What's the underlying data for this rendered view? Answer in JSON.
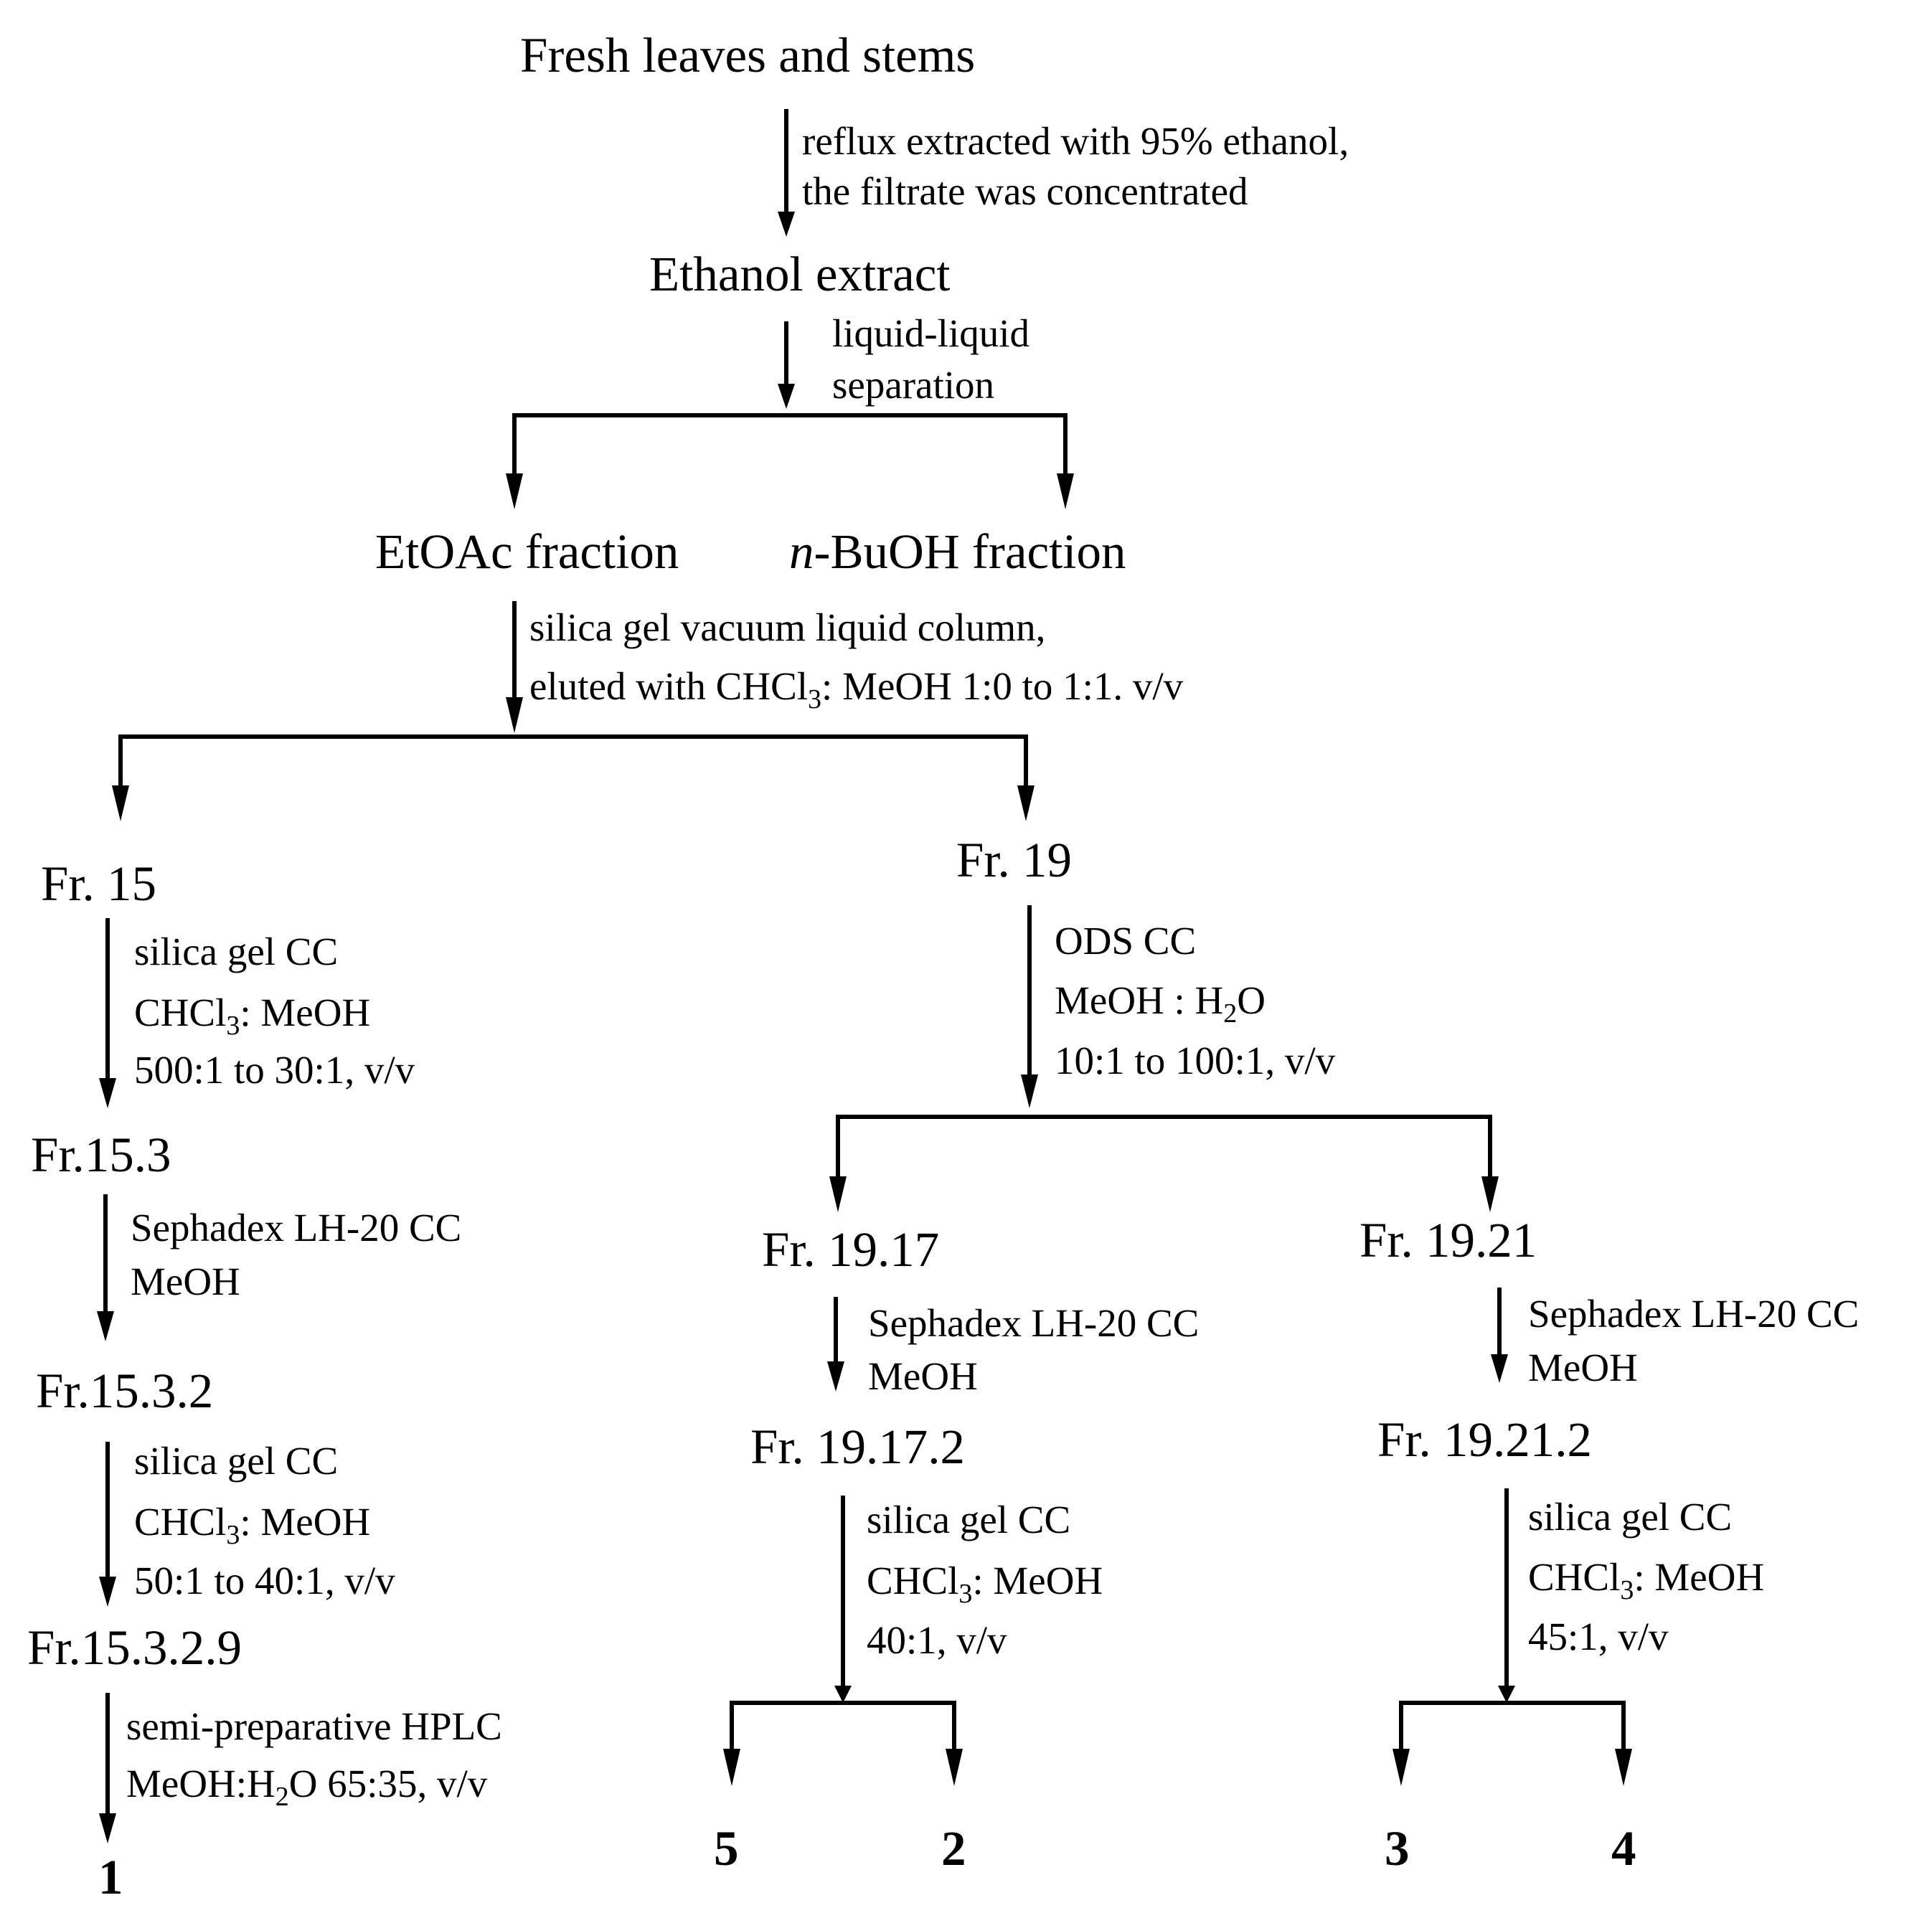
{
  "nodes": {
    "fresh": "Fresh leaves and stems",
    "ethanol_extract": "Ethanol extract",
    "etoac": "EtOAc fraction",
    "buoh_italic": "n",
    "buoh_rest": "-BuOH fraction",
    "fr15": "Fr. 15",
    "fr19": "Fr. 19",
    "fr15_3": "Fr.15.3",
    "fr15_3_2": "Fr.15.3.2",
    "fr15_3_2_9": "Fr.15.3.2.9",
    "fr19_17": "Fr. 19.17",
    "fr19_21": "Fr. 19.21",
    "fr19_17_2": "Fr. 19.17.2",
    "fr19_21_2": "Fr. 19.21.2"
  },
  "steps": {
    "reflux_1": "reflux extracted with 95% ethanol,",
    "reflux_2": "the filtrate was concentrated",
    "lle_1": "liquid-liquid",
    "lle_2": "separation",
    "vlc_1": "silica gel vacuum liquid column,",
    "vlc_2a": "eluted with CHCl",
    "vlc_2sub": "3",
    "vlc_2b": ": MeOH 1:0 to 1:1. v/v",
    "f15_a": "silica gel CC",
    "f15_b1": "CHCl",
    "f15_bsub": "3",
    "f15_b2": ": MeOH",
    "f15_c": "500:1 to 30:1, v/v",
    "f153_a": "Sephadex LH-20 CC",
    "f153_b": "MeOH",
    "f1532_a": "silica gel CC",
    "f1532_b1": "CHCl",
    "f1532_bsub": "3",
    "f1532_b2": ": MeOH",
    "f1532_c": "50:1 to 40:1, v/v",
    "hplc_a": "semi-preparative HPLC",
    "hplc_b1": "MeOH:H",
    "hplc_bsub": "2",
    "hplc_b2": "O 65:35, v/v",
    "ods_a": "ODS CC",
    "ods_b1": "MeOH : H",
    "ods_bsub": "2",
    "ods_b2": "O",
    "ods_c": "10:1 to 100:1, v/v",
    "f1917_a": "Sephadex LH-20 CC",
    "f1917_b": "MeOH",
    "f1921_a": "Sephadex LH-20 CC",
    "f1921_b": "MeOH",
    "f19172_a": "silica gel CC",
    "f19172_b1": "CHCl",
    "f19172_bsub": "3",
    "f19172_b2": ": MeOH",
    "f19172_c": "40:1, v/v",
    "f19212_a": "silica gel CC",
    "f19212_b1": "CHCl",
    "f19212_bsub": "3",
    "f19212_b2": ": MeOH",
    "f19212_c": "45:1, v/v"
  },
  "products": {
    "p1": "1",
    "p5": "5",
    "p2": "2",
    "p3": "3",
    "p4": "4"
  }
}
